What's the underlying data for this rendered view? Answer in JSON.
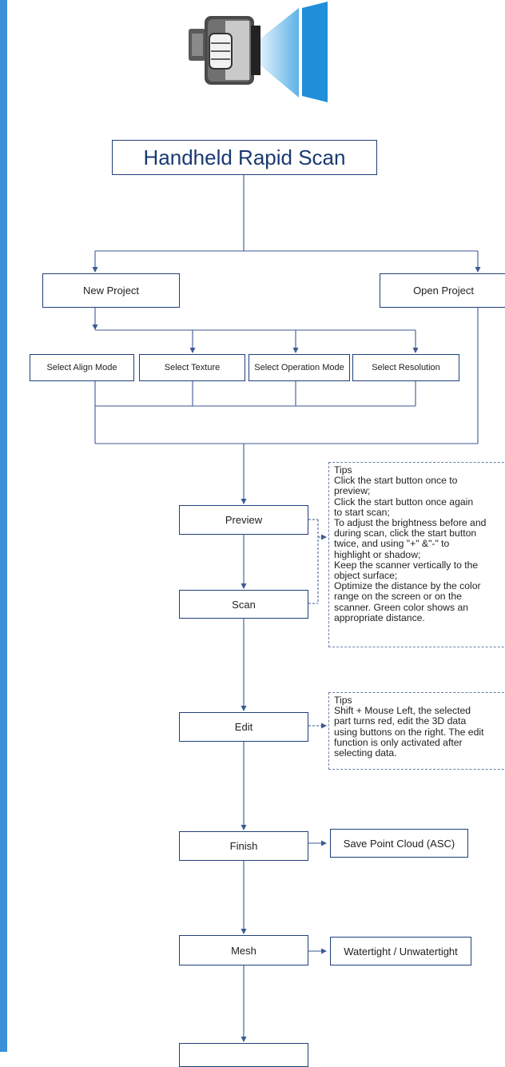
{
  "diagram": {
    "title": "Handheld Rapid Scan",
    "nodes": {
      "new_project": "New Project",
      "open_project": "Open Project",
      "select_align_mode": "Select Align Mode",
      "select_texture": "Select Texture",
      "select_operation_mode": "Select Operation Mode",
      "select_resolution": "Select Resolution",
      "preview": "Preview",
      "scan": "Scan",
      "edit": "Edit",
      "finish": "Finish",
      "save_point_cloud": "Save Point Cloud (ASC)",
      "mesh": "Mesh",
      "watertight": "Watertight / Unwatertight"
    },
    "tips_scan": {
      "heading": "Tips",
      "lines": [
        "Click the start button once to",
        "preview;",
        "Click the start button once again",
        "to start scan;",
        "To adjust the brightness before and",
        "during scan, click the start button",
        "twice, and using  \"+\"  &\"-\"  to",
        "highlight or shadow;",
        "Keep the scanner vertically to the",
        "object surface;",
        "Optimize the distance by the color",
        "range on the screen or on the",
        "scanner. Green color shows an",
        "appropriate distance."
      ]
    },
    "tips_edit": {
      "heading": "Tips",
      "lines": [
        "Shift + Mouse Left, the selected",
        "part turns red, edit the 3D data",
        "using buttons on the right. The edit",
        "function is only activated after",
        "selecting data."
      ]
    },
    "colors": {
      "border": "#1f3f7a",
      "connector": "#3c5a93",
      "accent": "#3a8fd8",
      "title_text": "#1a3a70"
    },
    "icon": "handheld-scanner-icon"
  }
}
